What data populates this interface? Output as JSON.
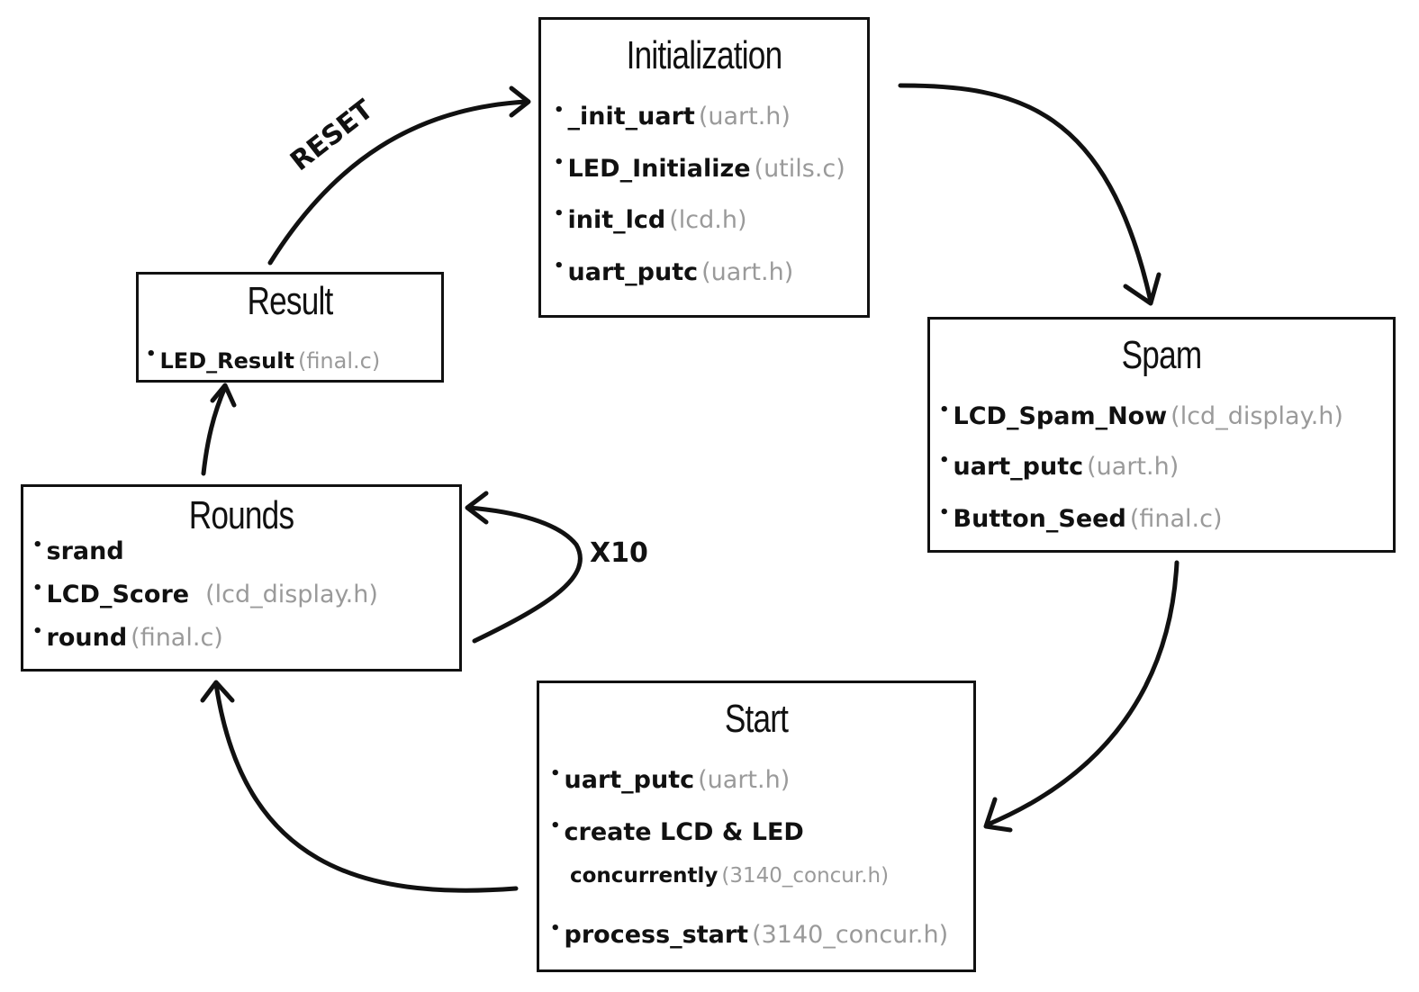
{
  "colors": {
    "stroke": "#111111",
    "file_text": "#9a9a9a",
    "background": "#ffffff"
  },
  "states": {
    "initialization": {
      "title": "Initialization",
      "items": [
        {
          "fn": "_init_uart",
          "file": "(uart.h)"
        },
        {
          "fn": "LED_Initialize",
          "file": "(utils.c)"
        },
        {
          "fn": "init_lcd",
          "file": "(lcd.h)"
        },
        {
          "fn": "uart_putc",
          "file": "(uart.h)"
        }
      ]
    },
    "spam": {
      "title": "Spam",
      "items": [
        {
          "fn": "LCD_Spam_Now",
          "file": "(lcd_display.h)"
        },
        {
          "fn": "uart_putc",
          "file": "(uart.h)"
        },
        {
          "fn": "Button_Seed",
          "file": "(final.c)"
        }
      ]
    },
    "start": {
      "title": "Start",
      "items": [
        {
          "fn": "uart_putc",
          "file": "(uart.h)"
        },
        {
          "fn": "create LCD & LED",
          "file": ""
        },
        {
          "fn": "concurrently",
          "file": "(3140_concur.h)"
        },
        {
          "fn": "process_start",
          "file": "(3140_concur.h)"
        }
      ]
    },
    "rounds": {
      "title": "Rounds",
      "items": [
        {
          "fn": "srand",
          "file": ""
        },
        {
          "fn": "LCD_Score",
          "file": "(lcd_display.h)"
        },
        {
          "fn": "round",
          "file": "(final.c)"
        }
      ]
    },
    "result": {
      "title": "Result",
      "items": [
        {
          "fn": "LED_Result",
          "file": "(final.c)"
        }
      ]
    }
  },
  "edge_labels": {
    "reset": "RESET",
    "loop": "X10"
  }
}
